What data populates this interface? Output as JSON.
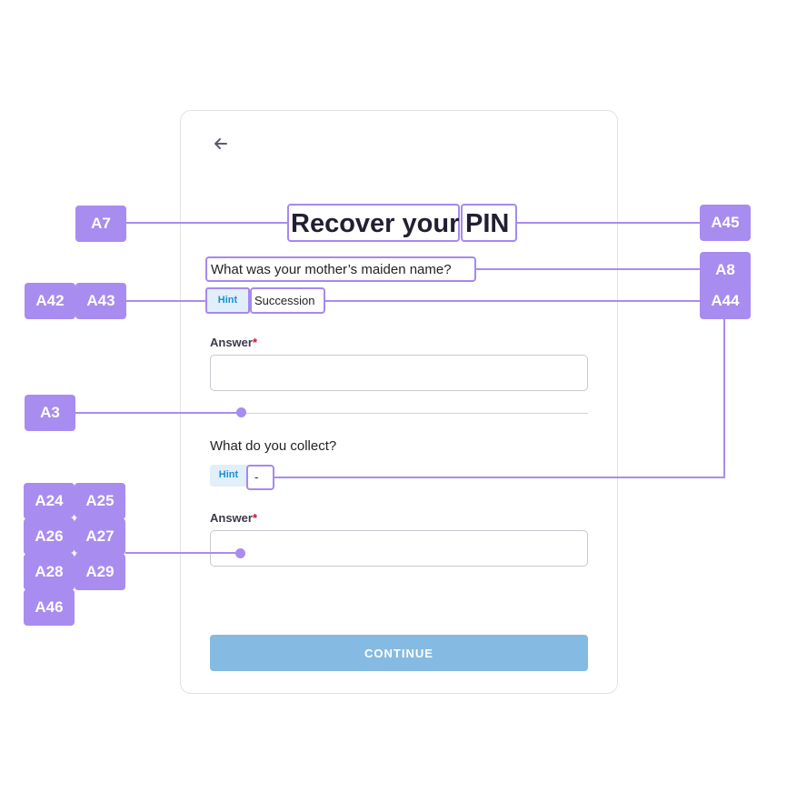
{
  "page": {
    "title_part1": "Recover your",
    "title_part2": "PIN"
  },
  "questions": [
    {
      "question": "What was your mother’s maiden name?",
      "hint_label": "Hint",
      "hint_value": "Succession",
      "answer_label": "Answer",
      "required_mark": "*",
      "answer_value": ""
    },
    {
      "question": "What do you collect?",
      "hint_label": "Hint",
      "hint_value": "-",
      "answer_label": "Answer",
      "required_mark": "*",
      "answer_value": ""
    }
  ],
  "actions": {
    "continue_label": "CONTINUE"
  },
  "annotations": {
    "a7": "A7",
    "a45": "A45",
    "a8": "A8",
    "a42": "A42",
    "a43": "A43",
    "a44": "A44",
    "a3": "A3",
    "a24": "A24",
    "a25": "A25",
    "a26": "A26",
    "a27": "A27",
    "a28": "A28",
    "a29": "A29",
    "a46": "A46"
  },
  "colors": {
    "annotation": "#a98cef",
    "button": "#85bbe2",
    "hint_badge": "#e1effa",
    "hint_text": "#1b8fd6",
    "required": "#c8102e"
  },
  "icons": {
    "back": "arrow-left-icon"
  }
}
